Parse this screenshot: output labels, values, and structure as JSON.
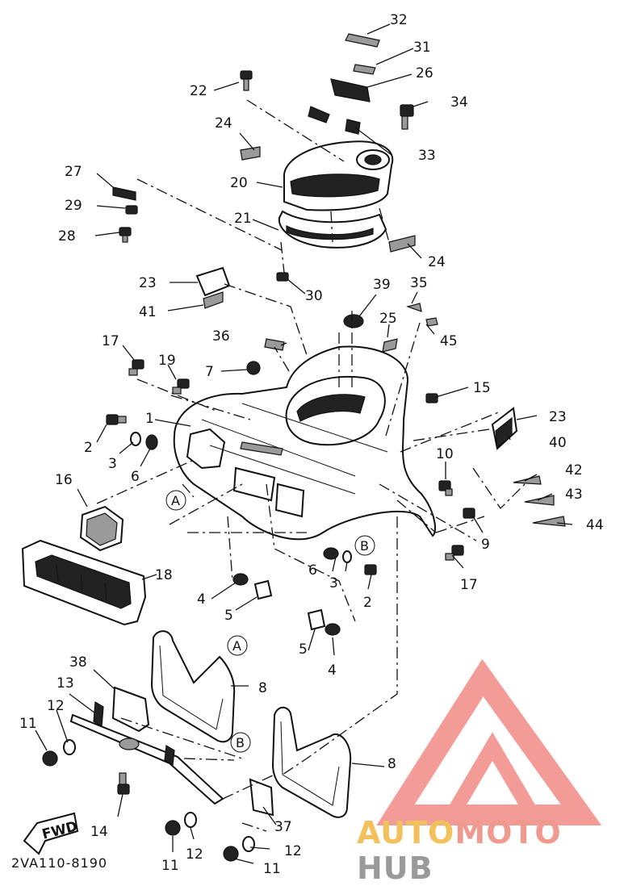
{
  "diagram_code": "2VA110-8190",
  "fwd_badge": "FWD",
  "watermark": {
    "words": [
      "AUTO",
      "MOTO",
      "HUB"
    ],
    "colors": [
      "#f2c15c",
      "#f09a8f",
      "#9a9a9a"
    ],
    "logo_color": "#f08a86"
  },
  "circle_refs": [
    "A",
    "B",
    "A",
    "B"
  ],
  "part_labels": [
    "32",
    "31",
    "26",
    "22",
    "34",
    "24",
    "33",
    "27",
    "20",
    "29",
    "21",
    "24",
    "28",
    "30",
    "23",
    "39",
    "35",
    "41",
    "25",
    "45",
    "17",
    "36",
    "19",
    "7",
    "15",
    "1",
    "23",
    "2",
    "40",
    "3",
    "6",
    "10",
    "16",
    "42",
    "A",
    "43",
    "9",
    "44",
    "B",
    "6",
    "18",
    "3",
    "17",
    "4",
    "2",
    "5",
    "5",
    "4",
    "A",
    "38",
    "8",
    "13",
    "12",
    "11",
    "B",
    "8",
    "14",
    "37",
    "11",
    "12",
    "12",
    "11"
  ]
}
